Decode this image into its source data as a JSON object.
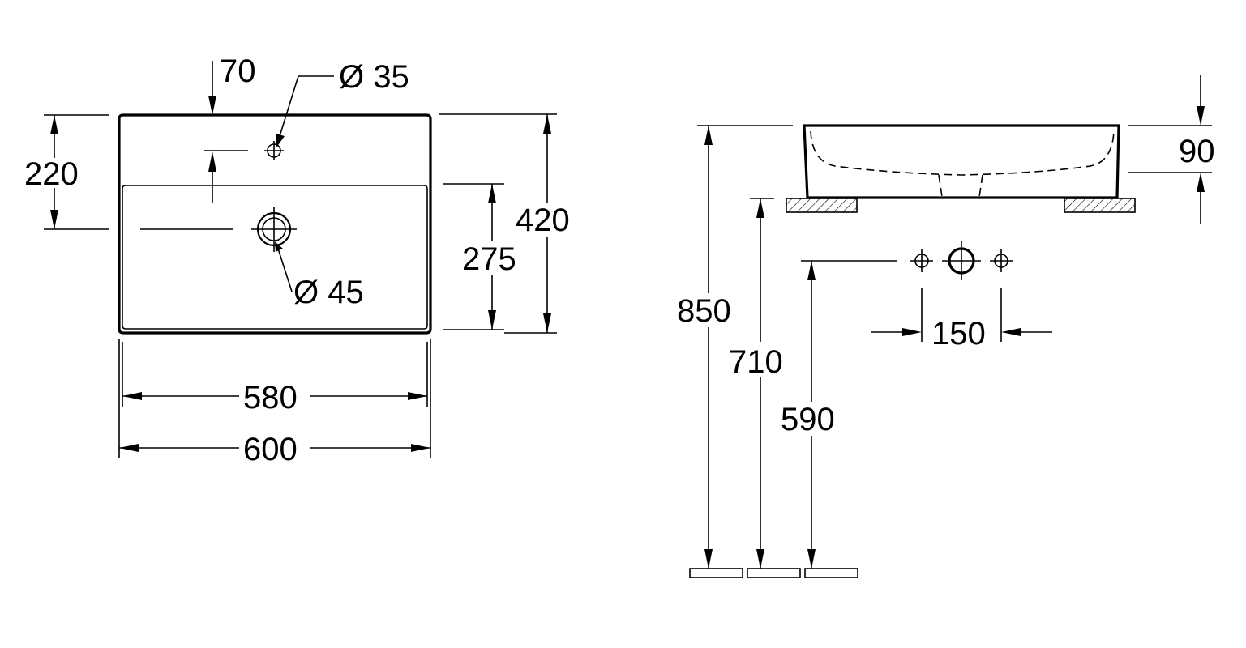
{
  "top_view": {
    "dim_70": "70",
    "dim_d35": "Ø 35",
    "dim_220": "220",
    "dim_420": "420",
    "dim_275": "275",
    "dim_d45": "Ø 45",
    "dim_580": "580",
    "dim_600": "600"
  },
  "side_view": {
    "dim_90": "90",
    "dim_850": "850",
    "dim_710": "710",
    "dim_590": "590",
    "dim_150": "150"
  }
}
